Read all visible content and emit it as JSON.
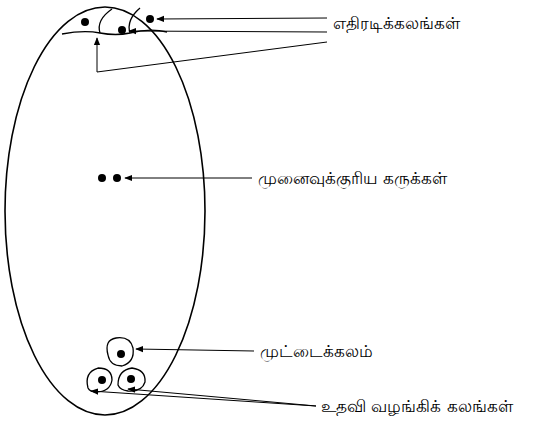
{
  "diagram": {
    "labels": [
      "எதிரடிக்கலங்கள்",
      "முனைவுக்குரிய கருக்கள்",
      "முட்டைக்கலம்",
      "உதவி வழங்கிக் கலங்கள்"
    ]
  }
}
